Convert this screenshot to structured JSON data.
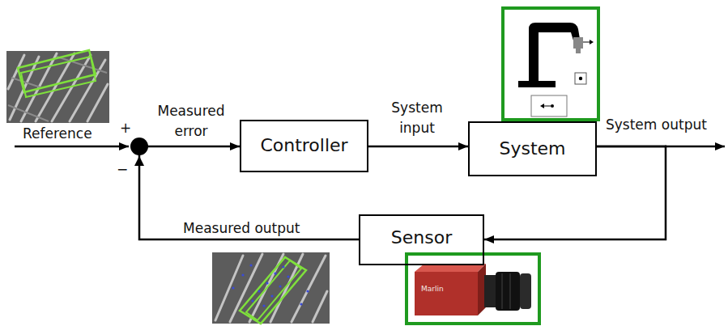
{
  "diagram": {
    "nodes": [
      {
        "text": [
          "Controller"
        ]
      },
      {
        "text": [
          "System"
        ]
      },
      {
        "text": [
          "Sensor"
        ]
      }
    ],
    "edges": [
      {
        "from": 0,
        "to": 1,
        "arrow": "to",
        "label": "System input"
      },
      {
        "from": 1,
        "to": 2,
        "arrow": "to"
      },
      {
        "from": 2,
        "to": 0,
        "arrow": "to"
      }
    ],
    "labels": [
      "Reference",
      "+",
      "−",
      "Measured error",
      "System output",
      "Measured output",
      "Marlin"
    ]
  }
}
